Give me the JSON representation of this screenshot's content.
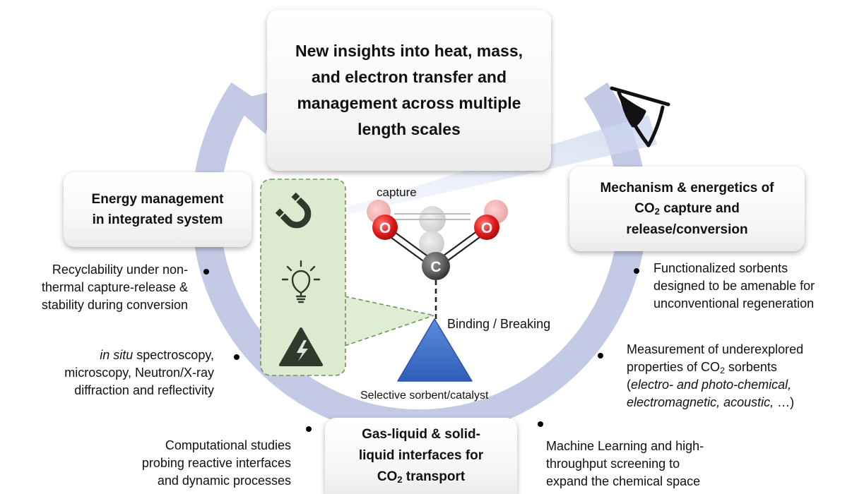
{
  "center_box": {
    "lines": [
      "New insights into heat, mass,",
      "and electron transfer and",
      "management across multiple",
      "length scales"
    ]
  },
  "left_box": {
    "lines": [
      "Energy management",
      "in integrated system"
    ]
  },
  "right_box": {
    "line1": "Mechanism & energetics of",
    "line2_pre": "CO",
    "line2_sub": "2",
    "line2_post": " capture and",
    "line3": "release/conversion"
  },
  "bottom_box": {
    "line1": "Gas-liquid & solid-",
    "line2": "liquid interfaces for",
    "line3_pre": "CO",
    "line3_sub": "2",
    "line3_post": " transport"
  },
  "molecule": {
    "capture_label": "capture",
    "oxygen_label": "O",
    "carbon_label": "C",
    "binding_label": "Binding / Breaking",
    "sorbent_label": "Selective sorbent/catalyst"
  },
  "stimuli_icons": [
    "magnet-icon",
    "lightbulb-icon",
    "high-voltage-icon"
  ],
  "annotations": {
    "recyclability": [
      "Recyclability under non-",
      "thermal capture-release &",
      "stability during conversion"
    ],
    "in_situ": {
      "italic": "in situ",
      "line1_rest": " spectroscopy,",
      "line2": "microscopy, Neutron/X-ray",
      "line3": "diffraction and reflectivity"
    },
    "computational": [
      "Computational studies",
      "probing reactive interfaces",
      "and dynamic processes"
    ],
    "functionalized": [
      "Functionalized sorbents",
      "designed to be amenable for",
      "unconventional regeneration"
    ],
    "measurement": {
      "line1": "Measurement of underexplored",
      "line2_pre": "properties  of CO",
      "line2_sub": "2",
      "line2_post": " sorbents",
      "line3_paren": "(",
      "line3_italic": "electro- and photo-chemical,",
      "line4_italic": "electromagnetic, acoustic,",
      "line4_rest": " …)"
    },
    "machine_learning": [
      "Machine Learning and high-",
      "throughput screening to",
      "expand the chemical space"
    ]
  },
  "colors": {
    "cycle_ring": "#c3cae6",
    "stimuli_panel_fill": "#dcebcf",
    "stimuli_panel_border": "#6c9654",
    "oxygen": "#d92020",
    "carbon": "#5a5a5a",
    "sorbent": "#3b6ec8",
    "eye_beam": "#dfe6f5"
  }
}
